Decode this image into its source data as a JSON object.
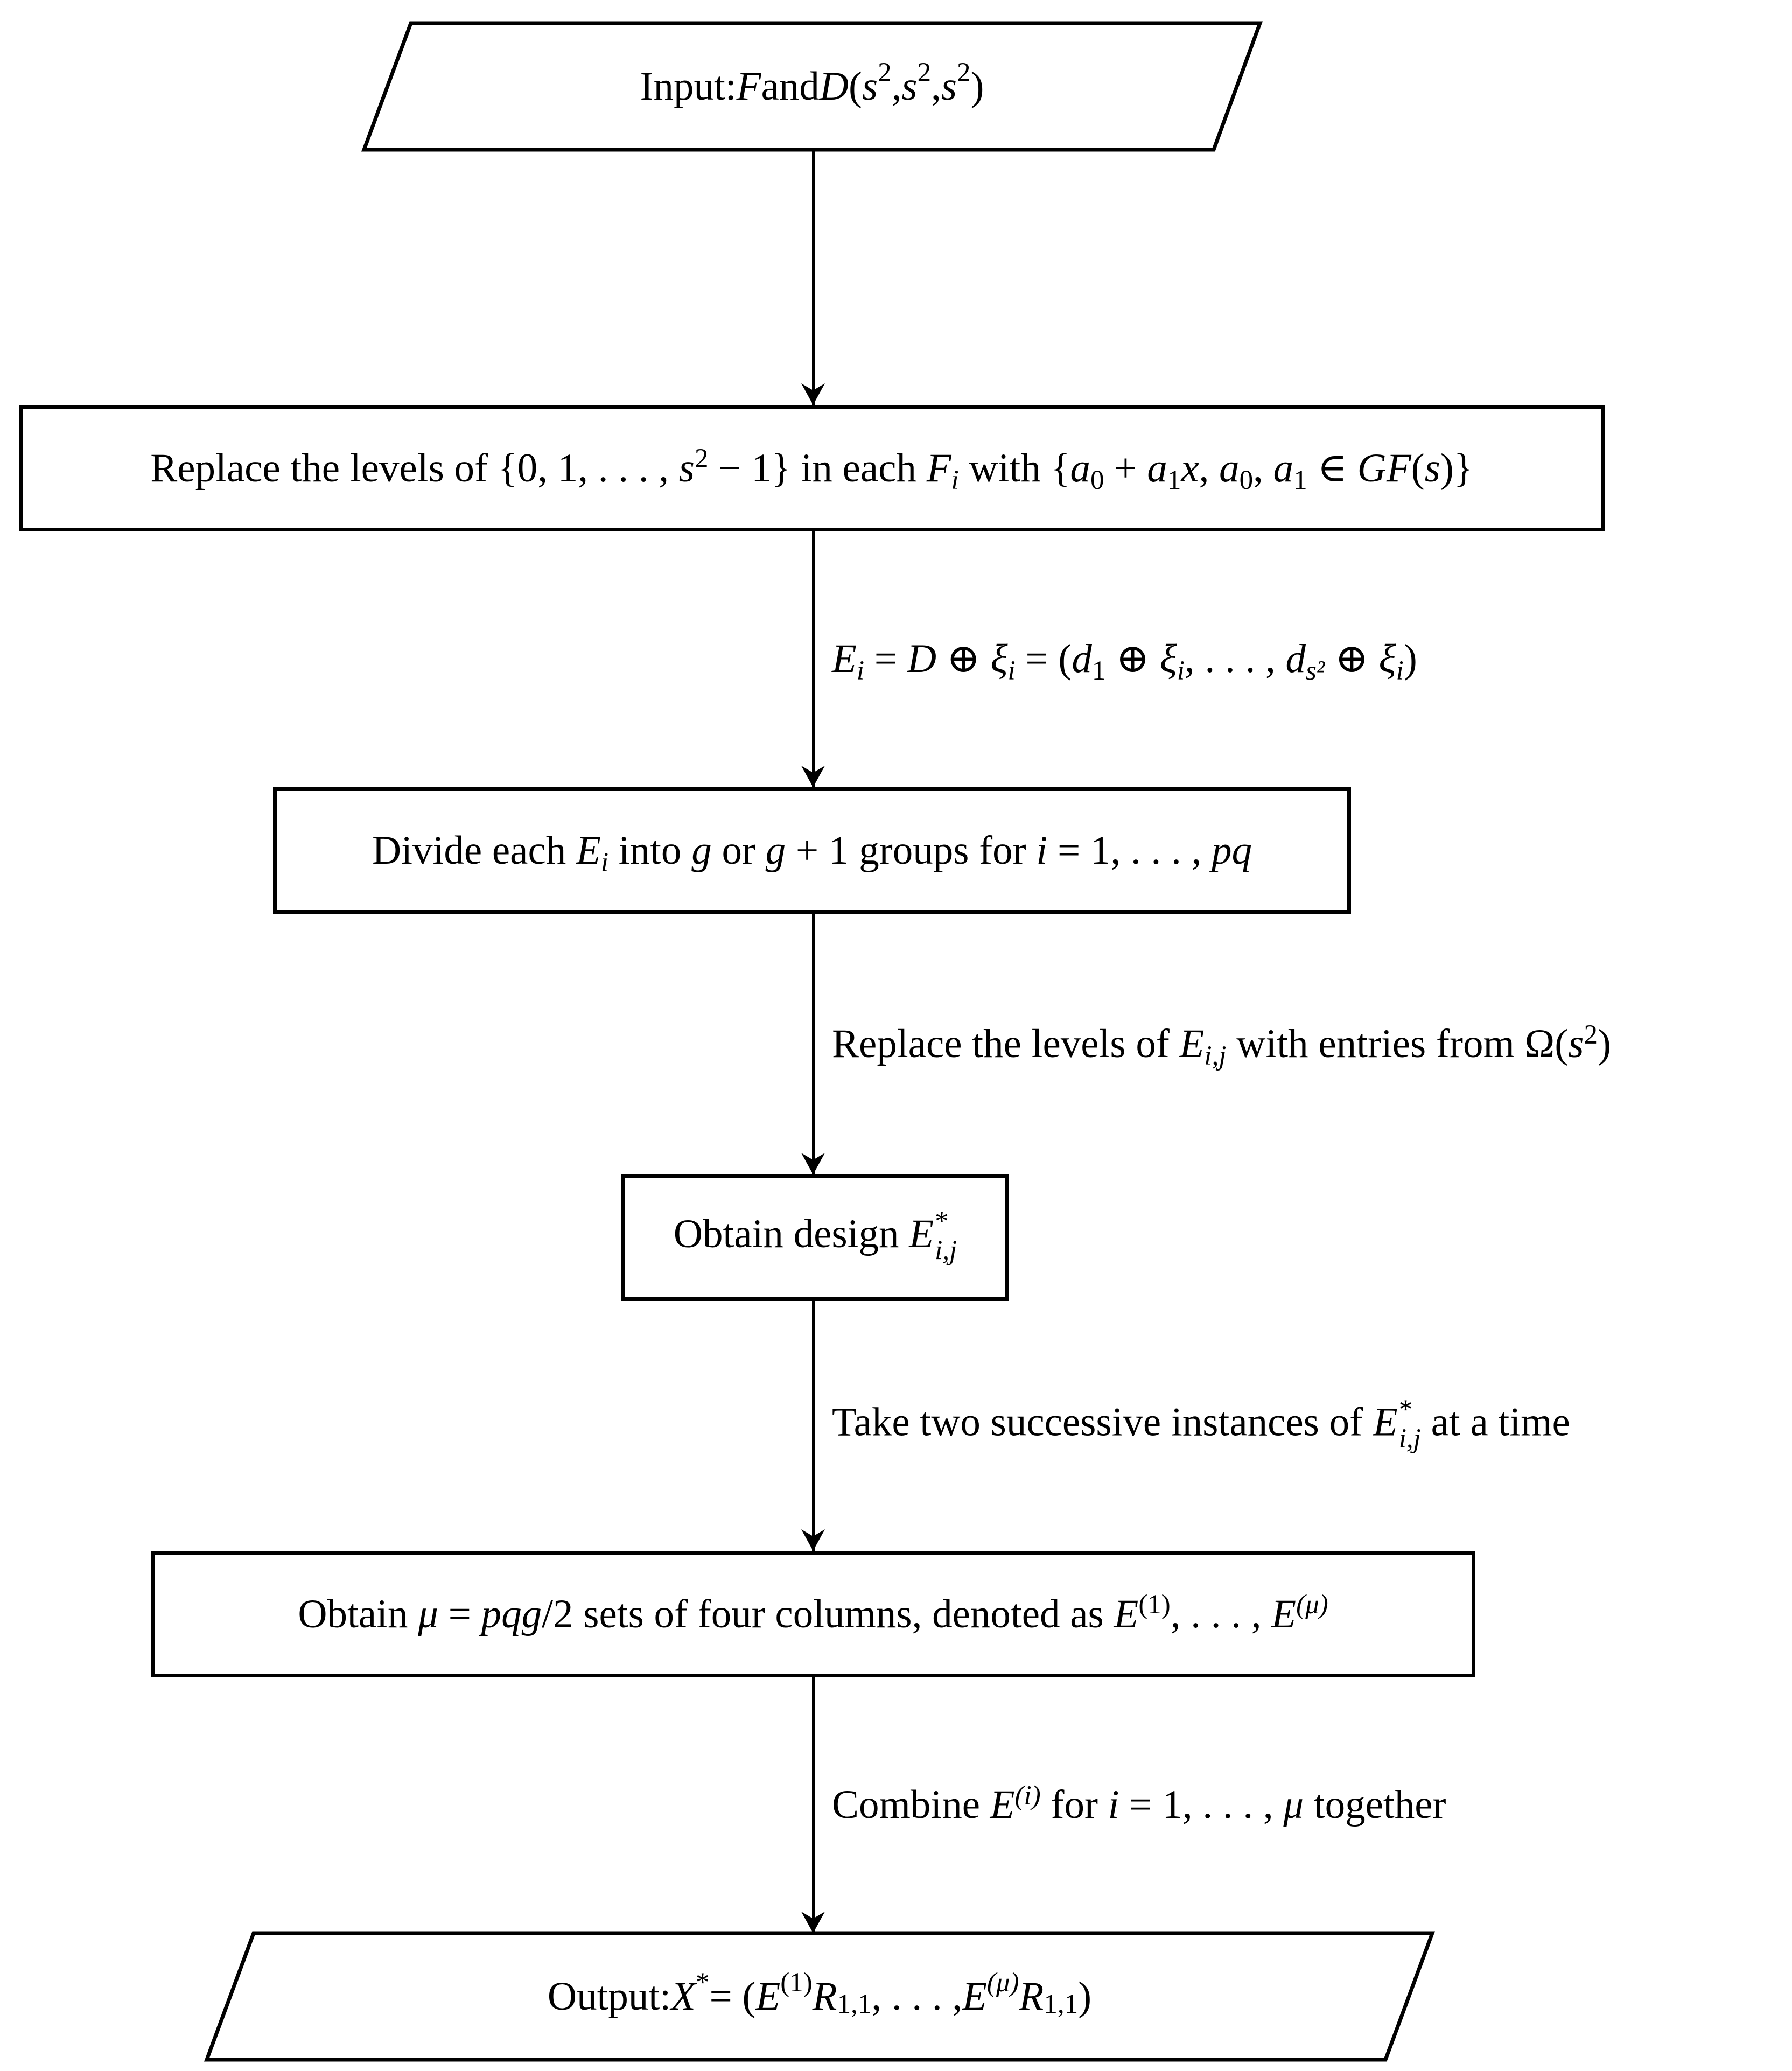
{
  "page": {
    "background": "#ffffff"
  },
  "diagram": {
    "type": "flowchart",
    "stroke_color": "#000000",
    "fill_color": "#ffffff",
    "text_color": "#000000",
    "nodes": [
      {
        "id": "input",
        "shape": "parallelogram",
        "text": "Input: F and D(s^2, s^2, s^2)",
        "rich": [
          "Input: ",
          {
            "i": "F"
          },
          " and ",
          {
            "i": "D"
          },
          "(",
          {
            "i": "s"
          },
          {
            "sup": "2"
          },
          ", ",
          {
            "i": "s"
          },
          {
            "sup": "2"
          },
          ", ",
          {
            "i": "s"
          },
          {
            "sup": "2"
          },
          ")"
        ]
      },
      {
        "id": "replace-levels",
        "shape": "rectangle",
        "text": "Replace the levels of {0, 1, . . . , s^2 − 1} in each F_i with {a_0 + a_1 x, a_0, a_1 ∈ GF(s)}",
        "rich": [
          "Replace the levels of {0, 1, . . . , ",
          {
            "i": "s"
          },
          {
            "sup": "2"
          },
          " − 1} in each ",
          {
            "i": "F"
          },
          {
            "subi": "i"
          },
          " with {",
          {
            "i": "a"
          },
          {
            "sub": "0"
          },
          " + ",
          {
            "i": "a"
          },
          {
            "sub": "1"
          },
          {
            "i": "x"
          },
          ", ",
          {
            "i": "a"
          },
          {
            "sub": "0"
          },
          ", ",
          {
            "i": "a"
          },
          {
            "sub": "1"
          },
          " ∈ ",
          {
            "i": "GF"
          },
          "(",
          {
            "i": "s"
          },
          ")}"
        ]
      },
      {
        "id": "divide-groups",
        "shape": "rectangle",
        "text": "Divide each E_i into g or g + 1 groups for i = 1, . . . , pq",
        "rich": [
          "Divide each ",
          {
            "i": "E"
          },
          {
            "subi": "i"
          },
          " into ",
          {
            "i": "g"
          },
          " or ",
          {
            "i": "g"
          },
          " + 1 groups for ",
          {
            "i": "i"
          },
          " = 1, . . . , ",
          {
            "i": "pq"
          }
        ]
      },
      {
        "id": "obtain-design",
        "shape": "rectangle",
        "text": "Obtain design E*_{i,j}",
        "rich": [
          "Obtain design ",
          {
            "i": "E"
          },
          {
            "ss": [
              "*",
              "i,j"
            ]
          }
        ]
      },
      {
        "id": "obtain-sets",
        "shape": "rectangle",
        "text": "Obtain μ = pqg/2 sets of four columns, denoted as E^(1), . . . , E^(μ)",
        "rich": [
          "Obtain ",
          {
            "i": "μ"
          },
          " = ",
          {
            "i": "pqg"
          },
          "/2 sets of four columns, denoted as ",
          {
            "i": "E"
          },
          {
            "sup": "(1)"
          },
          ", . . . , ",
          {
            "i": "E"
          },
          {
            "supi": "(μ)"
          }
        ]
      },
      {
        "id": "output",
        "shape": "parallelogram",
        "text": "Output: X* = (E^(1) R_{1,1}, . . . , E^(μ) R_{1,1})",
        "rich": [
          "Output: ",
          {
            "i": "X"
          },
          {
            "sup": "*"
          },
          " = (",
          {
            "i": "E"
          },
          {
            "sup": "(1)"
          },
          {
            "i": "R"
          },
          {
            "sub": "1,1"
          },
          ", . . . , ",
          {
            "i": "E"
          },
          {
            "supi": "(μ)"
          },
          {
            "i": "R"
          },
          {
            "sub": "1,1"
          },
          ")"
        ]
      }
    ],
    "edges": [
      {
        "from": "input",
        "to": "replace-levels",
        "label_text": "",
        "label_rich": []
      },
      {
        "from": "replace-levels",
        "to": "divide-groups",
        "label_text": "E_i = D ⊕ ξ_i = (d_1 ⊕ ξ_i, . . . , d_{s^2} ⊕ ξ_i)",
        "label_rich": [
          {
            "i": "E"
          },
          {
            "subi": "i"
          },
          " = ",
          {
            "i": "D"
          },
          " ⊕ ",
          {
            "i": "ξ"
          },
          {
            "subi": "i"
          },
          " = (",
          {
            "i": "d"
          },
          {
            "sub": "1"
          },
          " ⊕ ",
          {
            "i": "ξ"
          },
          {
            "subi": "i"
          },
          ", . . . , ",
          {
            "i": "d"
          },
          {
            "subi": "s²"
          },
          " ⊕ ",
          {
            "i": "ξ"
          },
          {
            "subi": "i"
          },
          ")"
        ]
      },
      {
        "from": "divide-groups",
        "to": "obtain-design",
        "label_text": "Replace the levels of E_{i,j} with entries from Ω(s^2)",
        "label_rich": [
          "Replace the levels of ",
          {
            "i": "E"
          },
          {
            "subi": "i,j"
          },
          " with entries from Ω(",
          {
            "i": "s"
          },
          {
            "sup": "2"
          },
          ")"
        ]
      },
      {
        "from": "obtain-design",
        "to": "obtain-sets",
        "label_text": "Take two successive instances of E*_{i,j} at a time",
        "label_rich": [
          "Take two successive instances of ",
          {
            "i": "E"
          },
          {
            "ss": [
              "*",
              "i,j"
            ]
          },
          " at a time"
        ]
      },
      {
        "from": "obtain-sets",
        "to": "output",
        "label_text": "Combine E^(i) for i = 1, . . . , μ together",
        "label_rich": [
          "Combine ",
          {
            "i": "E"
          },
          {
            "supi": "(i)"
          },
          " for ",
          {
            "i": "i"
          },
          " = 1, . . . , ",
          {
            "i": "μ"
          },
          " together"
        ]
      }
    ]
  }
}
